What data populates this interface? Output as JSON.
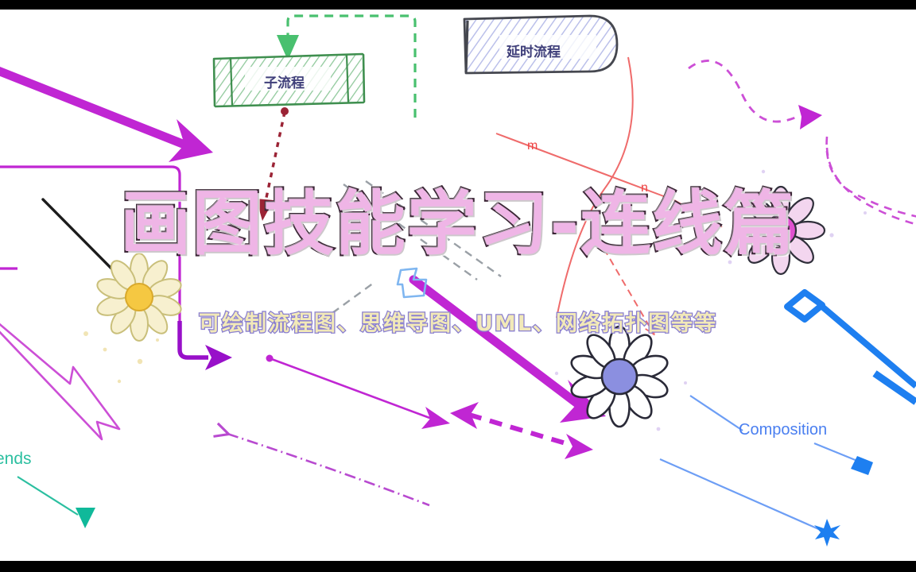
{
  "video": {
    "kind": "video-thumbnail",
    "aspect": "1152x720",
    "letterbox_color": "#000000",
    "background_color": "#ffffff"
  },
  "title": {
    "main": "画图技能学习-连线篇",
    "main_fill": "#efb5e6",
    "main_stroke": "#3b2636",
    "subtitle": "可绘制流程图、思维导图、UML、网络拓扑图等等",
    "subtitle_fill": "#f2e9b8",
    "subtitle_stroke": "#8a7fd0"
  },
  "nodes": [
    {
      "id": "subflow",
      "label": "子流程",
      "shape": "hand-drawn-rectangle-with-side-bars",
      "fill": "#dff0dc",
      "stroke": "#3f8f4f",
      "text_color": "#3f3f7a"
    },
    {
      "id": "delay",
      "label": "延时流程",
      "shape": "hand-drawn-delay-rounded-right",
      "fill": "#ccd0ef",
      "stroke": "#45474f",
      "text_color": "#3f3f7a"
    }
  ],
  "edge_labels": [
    {
      "id": "m",
      "text": "m",
      "color": "#ef4444"
    },
    {
      "id": "n",
      "text": "n",
      "color": "#ef4444"
    },
    {
      "id": "extends",
      "text": "ends",
      "color": "#2bbfa0"
    },
    {
      "id": "composition",
      "text": "Composition",
      "color": "#4a7ff0"
    }
  ],
  "connectors": [
    {
      "id": "magenta-thick-arrow-top-left",
      "style": "solid",
      "arrow": "filled-triangle",
      "color": "#c026d3"
    },
    {
      "id": "magenta-rounded-rect-outline",
      "style": "solid",
      "arrow": "none",
      "color": "#c026d3"
    },
    {
      "id": "black-diagonal-line",
      "style": "solid",
      "arrow": "none",
      "color": "#1c1c1c"
    },
    {
      "id": "magenta-outline-arrow-lower-left",
      "style": "solid-outline",
      "arrow": "open-outline-triangle",
      "color": "#cc4fd6"
    },
    {
      "id": "purple-elbow-arrow",
      "style": "solid",
      "arrow": "filled-triangle",
      "color": "#9810c9"
    },
    {
      "id": "magenta-dot-line-arrow",
      "style": "solid-with-dot-origin",
      "arrow": "filled-triangle",
      "color": "#c026d3"
    },
    {
      "id": "magenta-dashed-arrow",
      "style": "dashed",
      "arrow": "filled-triangle",
      "color": "#c026d3"
    },
    {
      "id": "magenta-dashdot-arrow",
      "style": "dash-dot",
      "arrow": "open-arrow",
      "color": "#b84ad0"
    },
    {
      "id": "magenta-thick-arrow-center",
      "style": "solid",
      "arrow": "filled-triangle",
      "color": "#c026d3"
    },
    {
      "id": "green-dashed-elbow-arrow",
      "style": "dashed",
      "arrow": "filled-triangle",
      "color": "#49c06f"
    },
    {
      "id": "darkred-dashed-arrow",
      "style": "dashed-with-dot-origin",
      "arrow": "filled-triangle",
      "color": "#9b2335"
    },
    {
      "id": "red-polyline-m-n",
      "style": "solid",
      "arrow": "none",
      "color": "#ef6b6b"
    },
    {
      "id": "red-curve",
      "style": "solid",
      "arrow": "none",
      "color": "#ef6b6b"
    },
    {
      "id": "red-dashed-arrow",
      "style": "dashed",
      "arrow": "open-arrow",
      "color": "#ef6b6b"
    },
    {
      "id": "gray-dashed-lines",
      "style": "dashed",
      "arrow": "none",
      "color": "#9aa0a6"
    },
    {
      "id": "lightblue-handdrawn-shape",
      "style": "solid",
      "arrow": "none",
      "color": "#7fb6f0"
    },
    {
      "id": "pink-dashed-curve-arrow-top",
      "style": "dashed",
      "arrow": "filled-triangle",
      "color": "#cc4fd6"
    },
    {
      "id": "pink-dashed-curve-right",
      "style": "dashed",
      "arrow": "none",
      "color": "#cc4fd6"
    },
    {
      "id": "teal-line-triangle",
      "style": "solid",
      "arrow": "filled-triangle",
      "color": "#2bbfa0"
    },
    {
      "id": "blue-aggregation-diamond",
      "style": "solid-thick",
      "arrow": "hollow-diamond",
      "color": "#1e7ff0"
    },
    {
      "id": "blue-composition-diamond",
      "style": "solid",
      "arrow": "filled-diamond",
      "color": "#4a7ff0"
    },
    {
      "id": "blue-star-line",
      "style": "solid",
      "arrow": "star",
      "color": "#4a7ff0"
    },
    {
      "id": "blue-thick-arrow-right",
      "style": "solid-thick",
      "arrow": "filled-triangle",
      "color": "#1e7ff0"
    }
  ],
  "decorations": [
    {
      "id": "flower-cream",
      "type": "daisy",
      "petal_color": "#f7f0cf",
      "center_color": "#f5c842"
    },
    {
      "id": "flower-pink",
      "type": "daisy",
      "petal_color": "#f3d6ef",
      "center_color": "#e050cf"
    },
    {
      "id": "flower-white",
      "type": "daisy",
      "petal_color": "#ffffff",
      "center_color": "#8b8fe0"
    }
  ]
}
